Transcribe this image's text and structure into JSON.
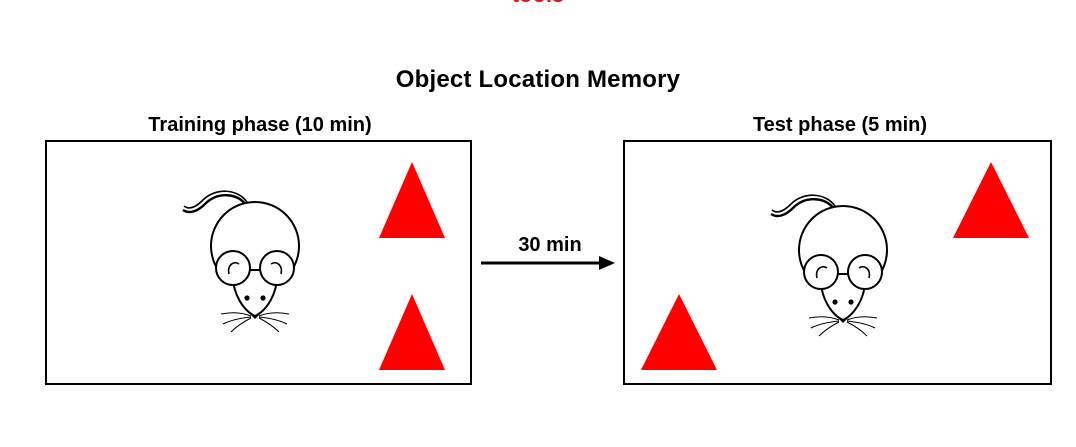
{
  "clipped_heading": "tools",
  "title": "Object Location Memory",
  "training": {
    "label": "Training phase (10 min)"
  },
  "test": {
    "label": "Test phase (5 min)"
  },
  "interval": {
    "label": "30 min"
  },
  "colors": {
    "object": "#ff0000",
    "heading_accent": "#e5141a",
    "outline": "#000000"
  },
  "icons": {
    "animal": "mouse-icon",
    "object": "triangle-icon",
    "transition": "arrow-right-icon"
  }
}
